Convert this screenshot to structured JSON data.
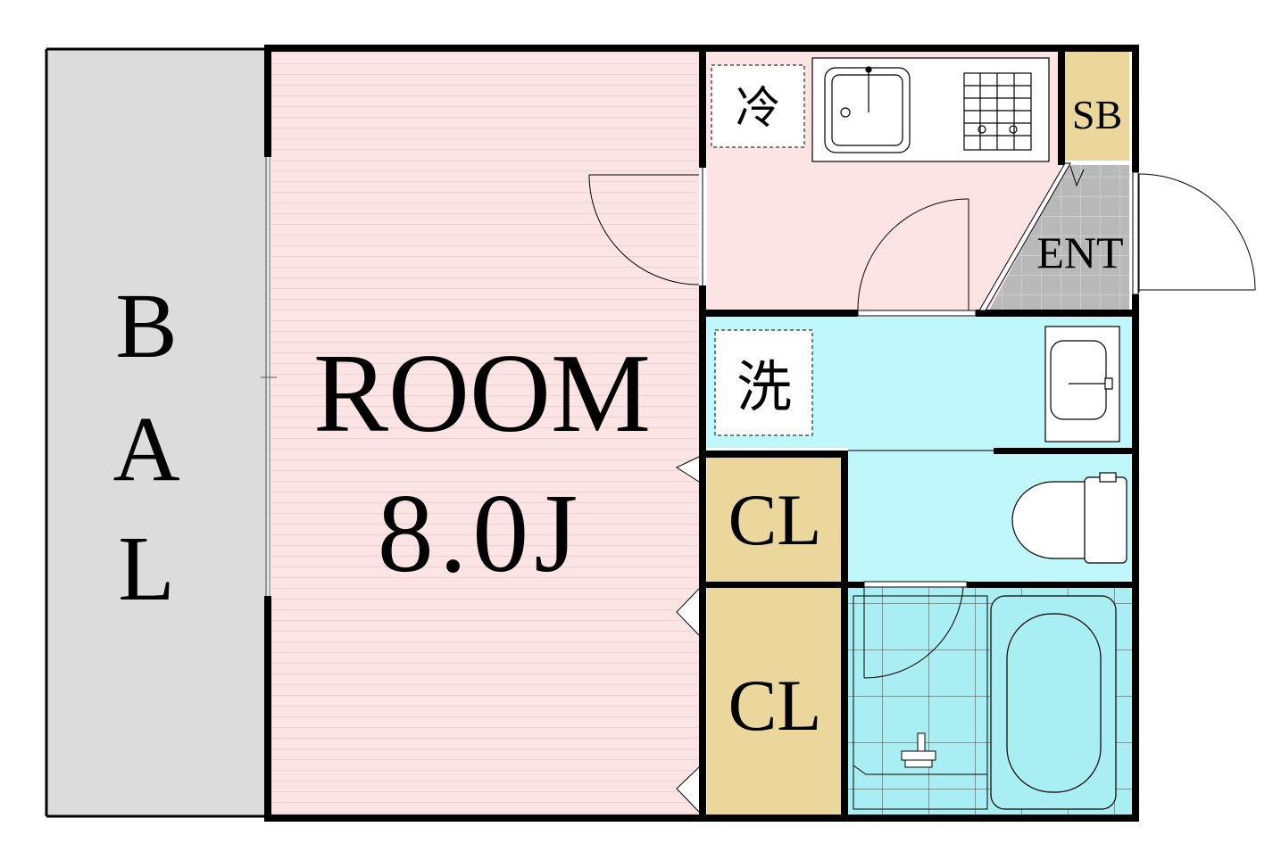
{
  "floorplan": {
    "balcony_label": [
      "B",
      "A",
      "L"
    ],
    "room_label": "ROOM",
    "room_size": "8.0J",
    "fridge_label": "冷",
    "washer_label": "洗",
    "shoe_box_label": "SB",
    "entrance_label": "ENT",
    "closet_1_label": "CL",
    "closet_2_label": "CL"
  },
  "colors": {
    "wall": "#000000",
    "balcony": "#dcdcdc",
    "room": "#fce4e4",
    "room_lines": "#f3cfcf",
    "sanitary": "#bff7fb",
    "bath": "#a9eef2",
    "closet": "#ebd79b",
    "entrance": "#b9b9b9",
    "fixture": "#ffffff"
  }
}
